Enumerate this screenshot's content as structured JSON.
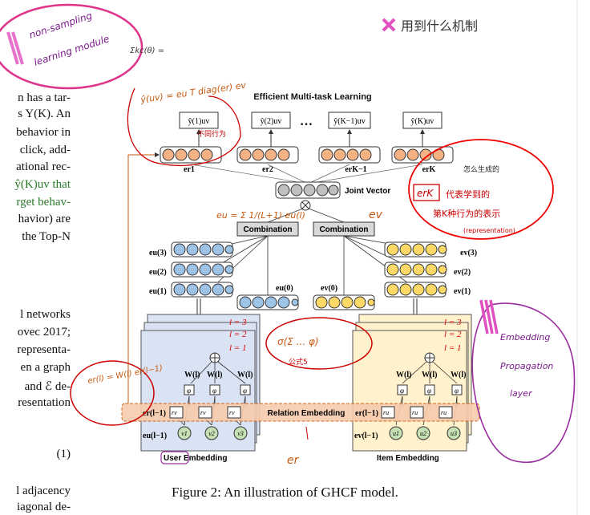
{
  "left_column": [
    "n has a tar-",
    "s Y(K). An",
    "behavior in",
    "click, add-",
    "ational rec-",
    "ŷ(K)uv that",
    "rget behav-",
    "havior) are",
    "the Top-N",
    "l networks",
    "ovec 2017;",
    "representa-",
    "en a graph",
    "and ℰ de-",
    "resentation",
    "(1)",
    "l adjacency",
    "iagonal de-"
  ],
  "figure": {
    "title": "Efficient Multi-task Learning",
    "caption": "Figure 2: An illustration of GHCF model.",
    "predictions": [
      "ŷ(1)uv",
      "ŷ(2)uv",
      "ŷ(K−1)uv",
      "ŷ(K)uv"
    ],
    "ellipsis": "…",
    "er_labels": [
      "er1",
      "er2",
      "erK−1",
      "erK"
    ],
    "joint_vector": "Joint Vector",
    "combination": "Combination",
    "user_layers": [
      "eu(3)",
      "eu(2)",
      "eu(1)"
    ],
    "item_layers": [
      "ev(3)",
      "ev(2)",
      "ev(1)"
    ],
    "eu0": "eu(0)",
    "ev0": "ev(0)",
    "layer_labels": [
      "l = 3",
      "l = 2",
      "l = 1"
    ],
    "weight": "W(l)",
    "phi": "φ",
    "relation_embedding": "Relation Embedding",
    "er_prev": "er(l−1)",
    "eu_prev": "eu(l−1)",
    "ev_prev": "ev(l−1)",
    "r_nodes": [
      "rv",
      "rv",
      "rv"
    ],
    "ru_nodes": [
      "ru",
      "ru",
      "ru"
    ],
    "v_nodes": [
      "v1",
      "v2",
      "v3"
    ],
    "u_nodes": [
      "u1",
      "u2",
      "u3"
    ],
    "user_embedding": "User Embedding",
    "item_embedding": "Item Embedding"
  },
  "annotations": {
    "top_left_note": "non-sampling learning module",
    "formula_top": "Σkc(θ) =",
    "chinese_top_right": "用到什么机制",
    "yhat_formula": "ŷ(uv) = eu T diag(er) ev",
    "yhat_note": "不同行为",
    "eu_formula": "eu = Σ 1/(L+1) eu(l)",
    "ev_note": "ev",
    "erk_box": "erK",
    "erk_note1": "怎么生成的",
    "erk_note2": "代表学到的",
    "erk_note3": "第K种行为的表示",
    "erk_note4": "(representation)",
    "sigma_formula": "σ(Σ ... φ)",
    "sigma_note": "公式5",
    "er_formula": "er(l) = W(l) er(l−1)",
    "er_bottom": "er",
    "embedding_layer": "Embedding Propagation Layer"
  }
}
